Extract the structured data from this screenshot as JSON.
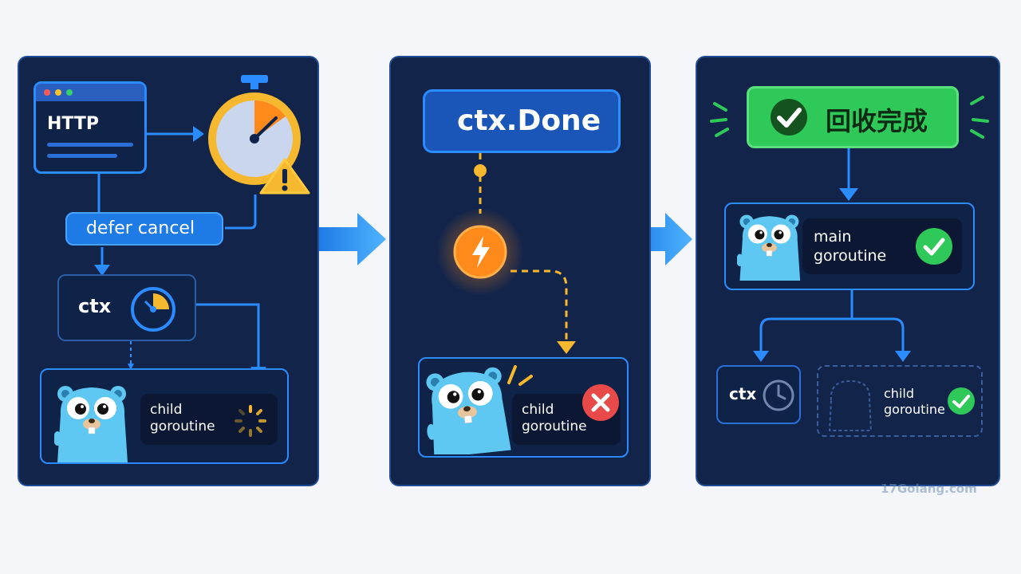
{
  "panel1": {
    "http_label": "HTTP",
    "defer_label": "defer cancel",
    "ctx_label": "ctx",
    "child_label_line1": "child",
    "child_label_line2": "goroutine"
  },
  "panel2": {
    "done_label": "ctx.Done",
    "child_label_line1": "child",
    "child_label_line2": "goroutine"
  },
  "panel3": {
    "complete_label": "回收完成",
    "main_label_line1": "main",
    "main_label_line2": "goroutine",
    "ctx_label": "ctx",
    "child_label_line1": "child",
    "child_label_line2": "goroutine"
  },
  "watermark": "17Golang.com",
  "icons": {
    "browser": "browser-window-icon",
    "timer": "stopwatch-icon",
    "warning": "warning-icon",
    "clock": "clock-icon",
    "gopher": "gopher-icon",
    "spinner": "loading-spinner-icon",
    "signal": "lightning-signal-icon",
    "cancel": "red-x-icon",
    "check": "green-check-icon"
  },
  "colors": {
    "panel_bg": "#12244a",
    "accent_blue": "#2a8cff",
    "orange": "#ff8a1c",
    "yellow": "#f5b82e",
    "red": "#e84a4a",
    "green": "#2fc95a",
    "gopher": "#5ec8f2"
  }
}
